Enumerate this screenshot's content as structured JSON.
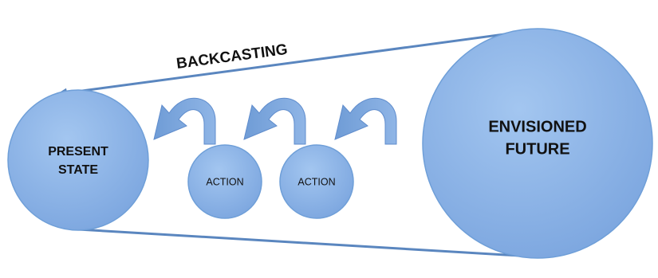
{
  "diagram": {
    "backcasting_label": "BACKCASTING",
    "present_state": {
      "line1": "PRESENT",
      "line2": "STATE"
    },
    "envisioned_future": {
      "line1": "ENVISIONED",
      "line2": "FUTURE"
    },
    "actions": [
      {
        "label": "ACTION"
      },
      {
        "label": "ACTION"
      }
    ]
  },
  "colors": {
    "circle_fill": "#86b1e6",
    "circle_stroke": "#6f9fd8",
    "line": "#5a86bf",
    "curved_arrow": "#6a98d2",
    "text": "#111111"
  }
}
